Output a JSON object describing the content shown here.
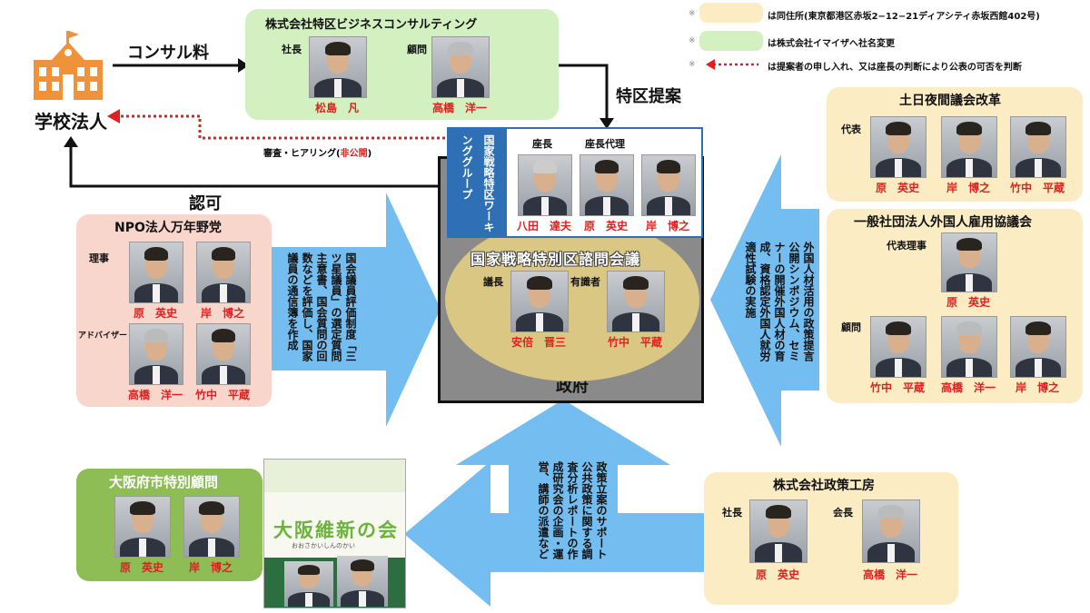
{
  "legend": {
    "mark": "※",
    "yellow_text": "は同住所(東京都港区赤坂2−12−21ディアシティ赤坂西館402号)",
    "green_text": "は株式会社イマイザへ社名変更",
    "arrow_text": "は提案者の申し入れ、又は座長の判断により公表の可否を判断"
  },
  "school": {
    "label": "学校法人"
  },
  "arrows": {
    "consult_fee": "コンサル料",
    "tokku_proposal": "特区提案",
    "approval": "認可",
    "review": "審査・ヒアリング(",
    "review_private": "非公開",
    "review_close": ")"
  },
  "consulting": {
    "title": "株式会社特区ビジネスコンサルティング",
    "role1": "社長",
    "name1": "松島　凡",
    "role2": "顧問",
    "name2": "高橋　洋一"
  },
  "wg": {
    "vertical_title": "国家戦略特区ワーキンググループ",
    "chair_label": "座長",
    "deputy_label": "座長代理",
    "name1": "八田　達夫",
    "name2": "原　英史",
    "name3": "岸　博之"
  },
  "council": {
    "title": "国家戦略特別区諮問会議",
    "chair_label": "議長",
    "chair_name": "安倍　晋三",
    "expert_label": "有識者",
    "expert_name": "竹中　平蔵",
    "govt": "政府"
  },
  "npo": {
    "title": "NPO法人万年野党",
    "director_label": "理事",
    "advisor_label": "アドバイザー",
    "name1": "原　英史",
    "name2": "岸　博之",
    "name3": "高橋　洋一",
    "name4": "竹中　平蔵",
    "arrow_text": "国会議員評価制度「三ツ星議員」の選定質問主意書、国会質問の回数などを評価し、国家議員の通信簿を作成"
  },
  "donichi": {
    "title": "土日夜間議会改革",
    "rep_label": "代表",
    "name1": "原　英史",
    "name2": "岸　博之",
    "name3": "竹中　平蔵"
  },
  "foreign": {
    "title": "一般社団法人外国人雇用協議会",
    "rep_label": "代表理事",
    "rep_name": "原　英史",
    "advisor_label": "顧問",
    "name1": "竹中　平蔵",
    "name2": "高橋　洋一",
    "name3": "岸　博之",
    "arrow_text": "外国人材活用の政策提言公開シンポジウム、セミナーの開催外国人材の育成、資格認定外国人就労適性試験の実施"
  },
  "seisaku": {
    "title": "株式会社政策工房",
    "pres_label": "社長",
    "pres_name": "原　英史",
    "chair_label": "会長",
    "chair_name": "高橋　洋一",
    "arrow_text": "政策立案のサポート公共政策に関する調査分析レポートの作成研究会の企画・運営、講師の派遣など"
  },
  "osaka": {
    "title": "大阪府市特別顧問",
    "name1": "原　英史",
    "name2": "岸　博之",
    "poster_title": "大阪維新の会",
    "poster_sub": "おおさかいしんのかい"
  },
  "colors": {
    "arrow_blue": "#74bdf0",
    "red_dotted": "#e02020",
    "name_red": "#e02020",
    "council_ellipse": "#d9c783",
    "govt_gray": "#8a8a8a"
  }
}
